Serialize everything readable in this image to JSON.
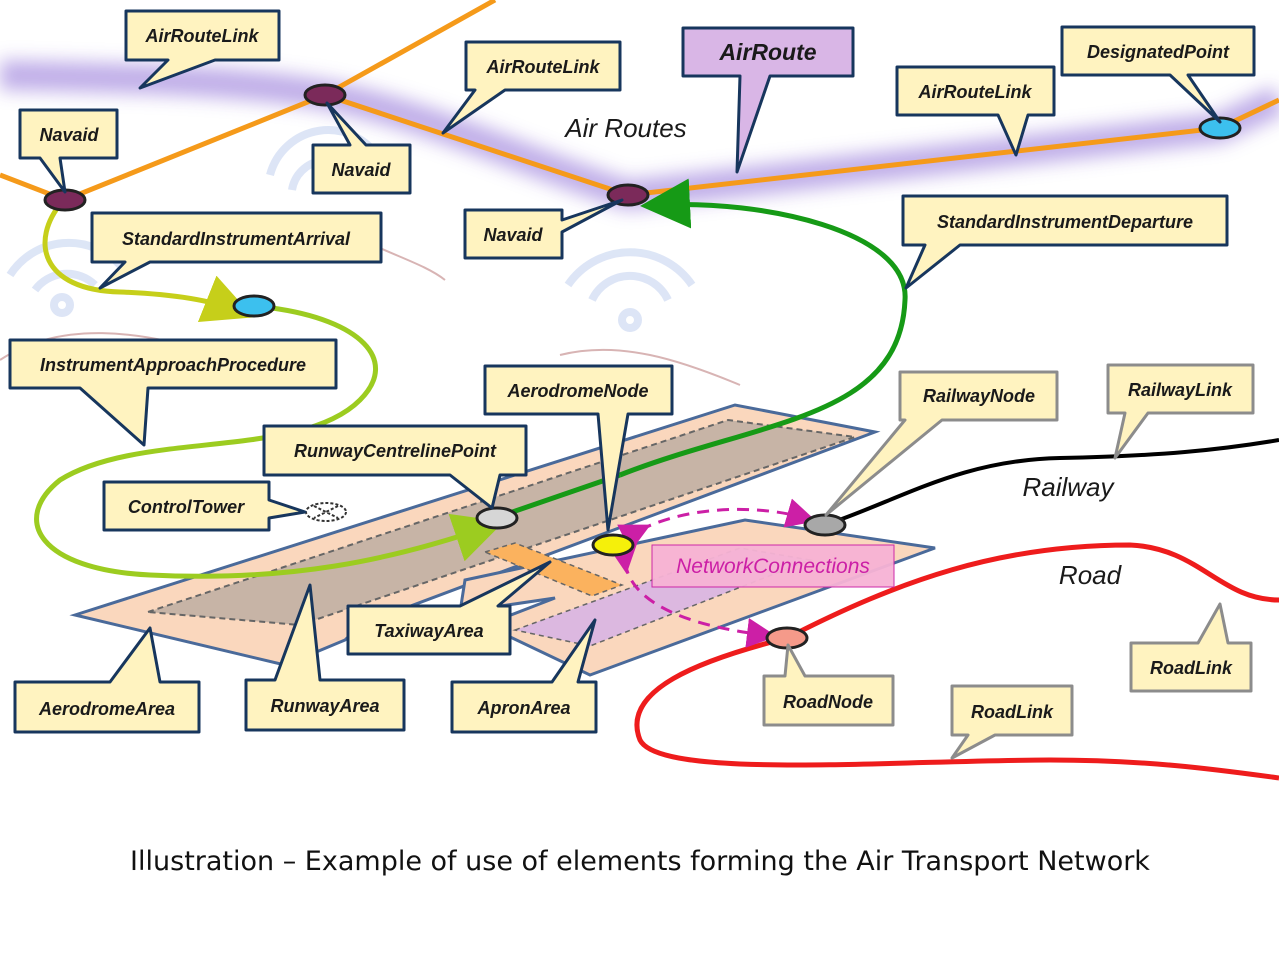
{
  "caption": "Illustration – Example of use of elements forming the Air Transport Network",
  "labels": {
    "air_routes": "Air Routes",
    "railway": "Railway",
    "road": "Road",
    "network_connections": "NetworkConnections",
    "air_route": "AirRoute"
  },
  "callouts": {
    "air_route_link_1": "AirRouteLink",
    "air_route_link_2": "AirRouteLink",
    "air_route_link_3": "AirRouteLink",
    "designated_point": "DesignatedPoint",
    "navaid_1": "Navaid",
    "navaid_2": "Navaid",
    "navaid_3": "Navaid",
    "standard_instrument_arrival": "StandardInstrumentArrival",
    "standard_instrument_departure": "StandardInstrumentDeparture",
    "instrument_approach_procedure": "InstrumentApproachProcedure",
    "aerodrome_node": "AerodromeNode",
    "runway_centreline_point": "RunwayCentrelinePoint",
    "control_tower": "ControlTower",
    "railway_node": "RailwayNode",
    "railway_link": "RailwayLink",
    "taxiway_area": "TaxiwayArea",
    "aerodrome_area": "AerodromeArea",
    "runway_area": "RunwayArea",
    "apron_area": "ApronArea",
    "road_node": "RoadNode",
    "road_link_1": "RoadLink",
    "road_link_2": "RoadLink"
  },
  "colors": {
    "air_route_line": "#f59a1a",
    "air_route_glow": "#b9a6e6",
    "navaid": "#7b2a5a",
    "designated_point": "#3cc0ee",
    "arrival": "#c6cf1a",
    "approach": "#9ccc20",
    "departure": "#169a16",
    "railway": "#000000",
    "road": "#ee1c1c",
    "connections": "#cc1fa6",
    "callout_fill": "#fff3c0",
    "callout_border": "#17365d",
    "grey_callout_border": "#8c8c8c",
    "aerodrome_fill": "#fad7bd",
    "runway_fill": "#c7b4a6",
    "apron_fill": "#dcb8e0",
    "taxiway_fill": "#fbb25e"
  }
}
